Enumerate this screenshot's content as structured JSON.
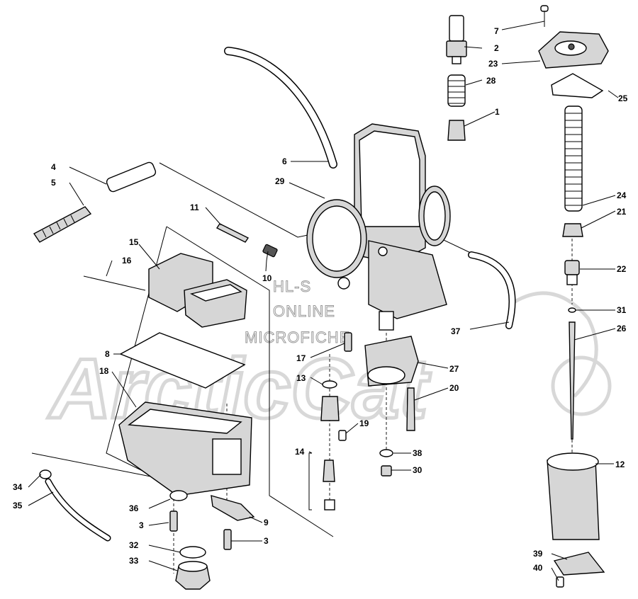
{
  "watermark": {
    "brand": "ArcticCat",
    "lines": [
      "HL-S",
      "ONLINE",
      "MICROFICHE"
    ]
  },
  "callouts": {
    "c1": "1",
    "c2": "2",
    "c3a": "3",
    "c3b": "3",
    "c4": "4",
    "c5": "5",
    "c6": "6",
    "c7": "7",
    "c8": "8",
    "c9": "9",
    "c10": "10",
    "c11": "11",
    "c12": "12",
    "c13": "13",
    "c14": "14",
    "c15": "15",
    "c16": "16",
    "c17": "17",
    "c18": "18",
    "c19": "19",
    "c20": "20",
    "c21": "21",
    "c22": "22",
    "c23": "23",
    "c24": "24",
    "c25": "25",
    "c26": "26",
    "c27": "27",
    "c28": "28",
    "c29": "29",
    "c30": "30",
    "c31": "31",
    "c32": "32",
    "c33": "33",
    "c34": "34",
    "c35": "35",
    "c36": "36",
    "c37": "37",
    "c38": "38",
    "c39": "39",
    "c40": "40"
  }
}
